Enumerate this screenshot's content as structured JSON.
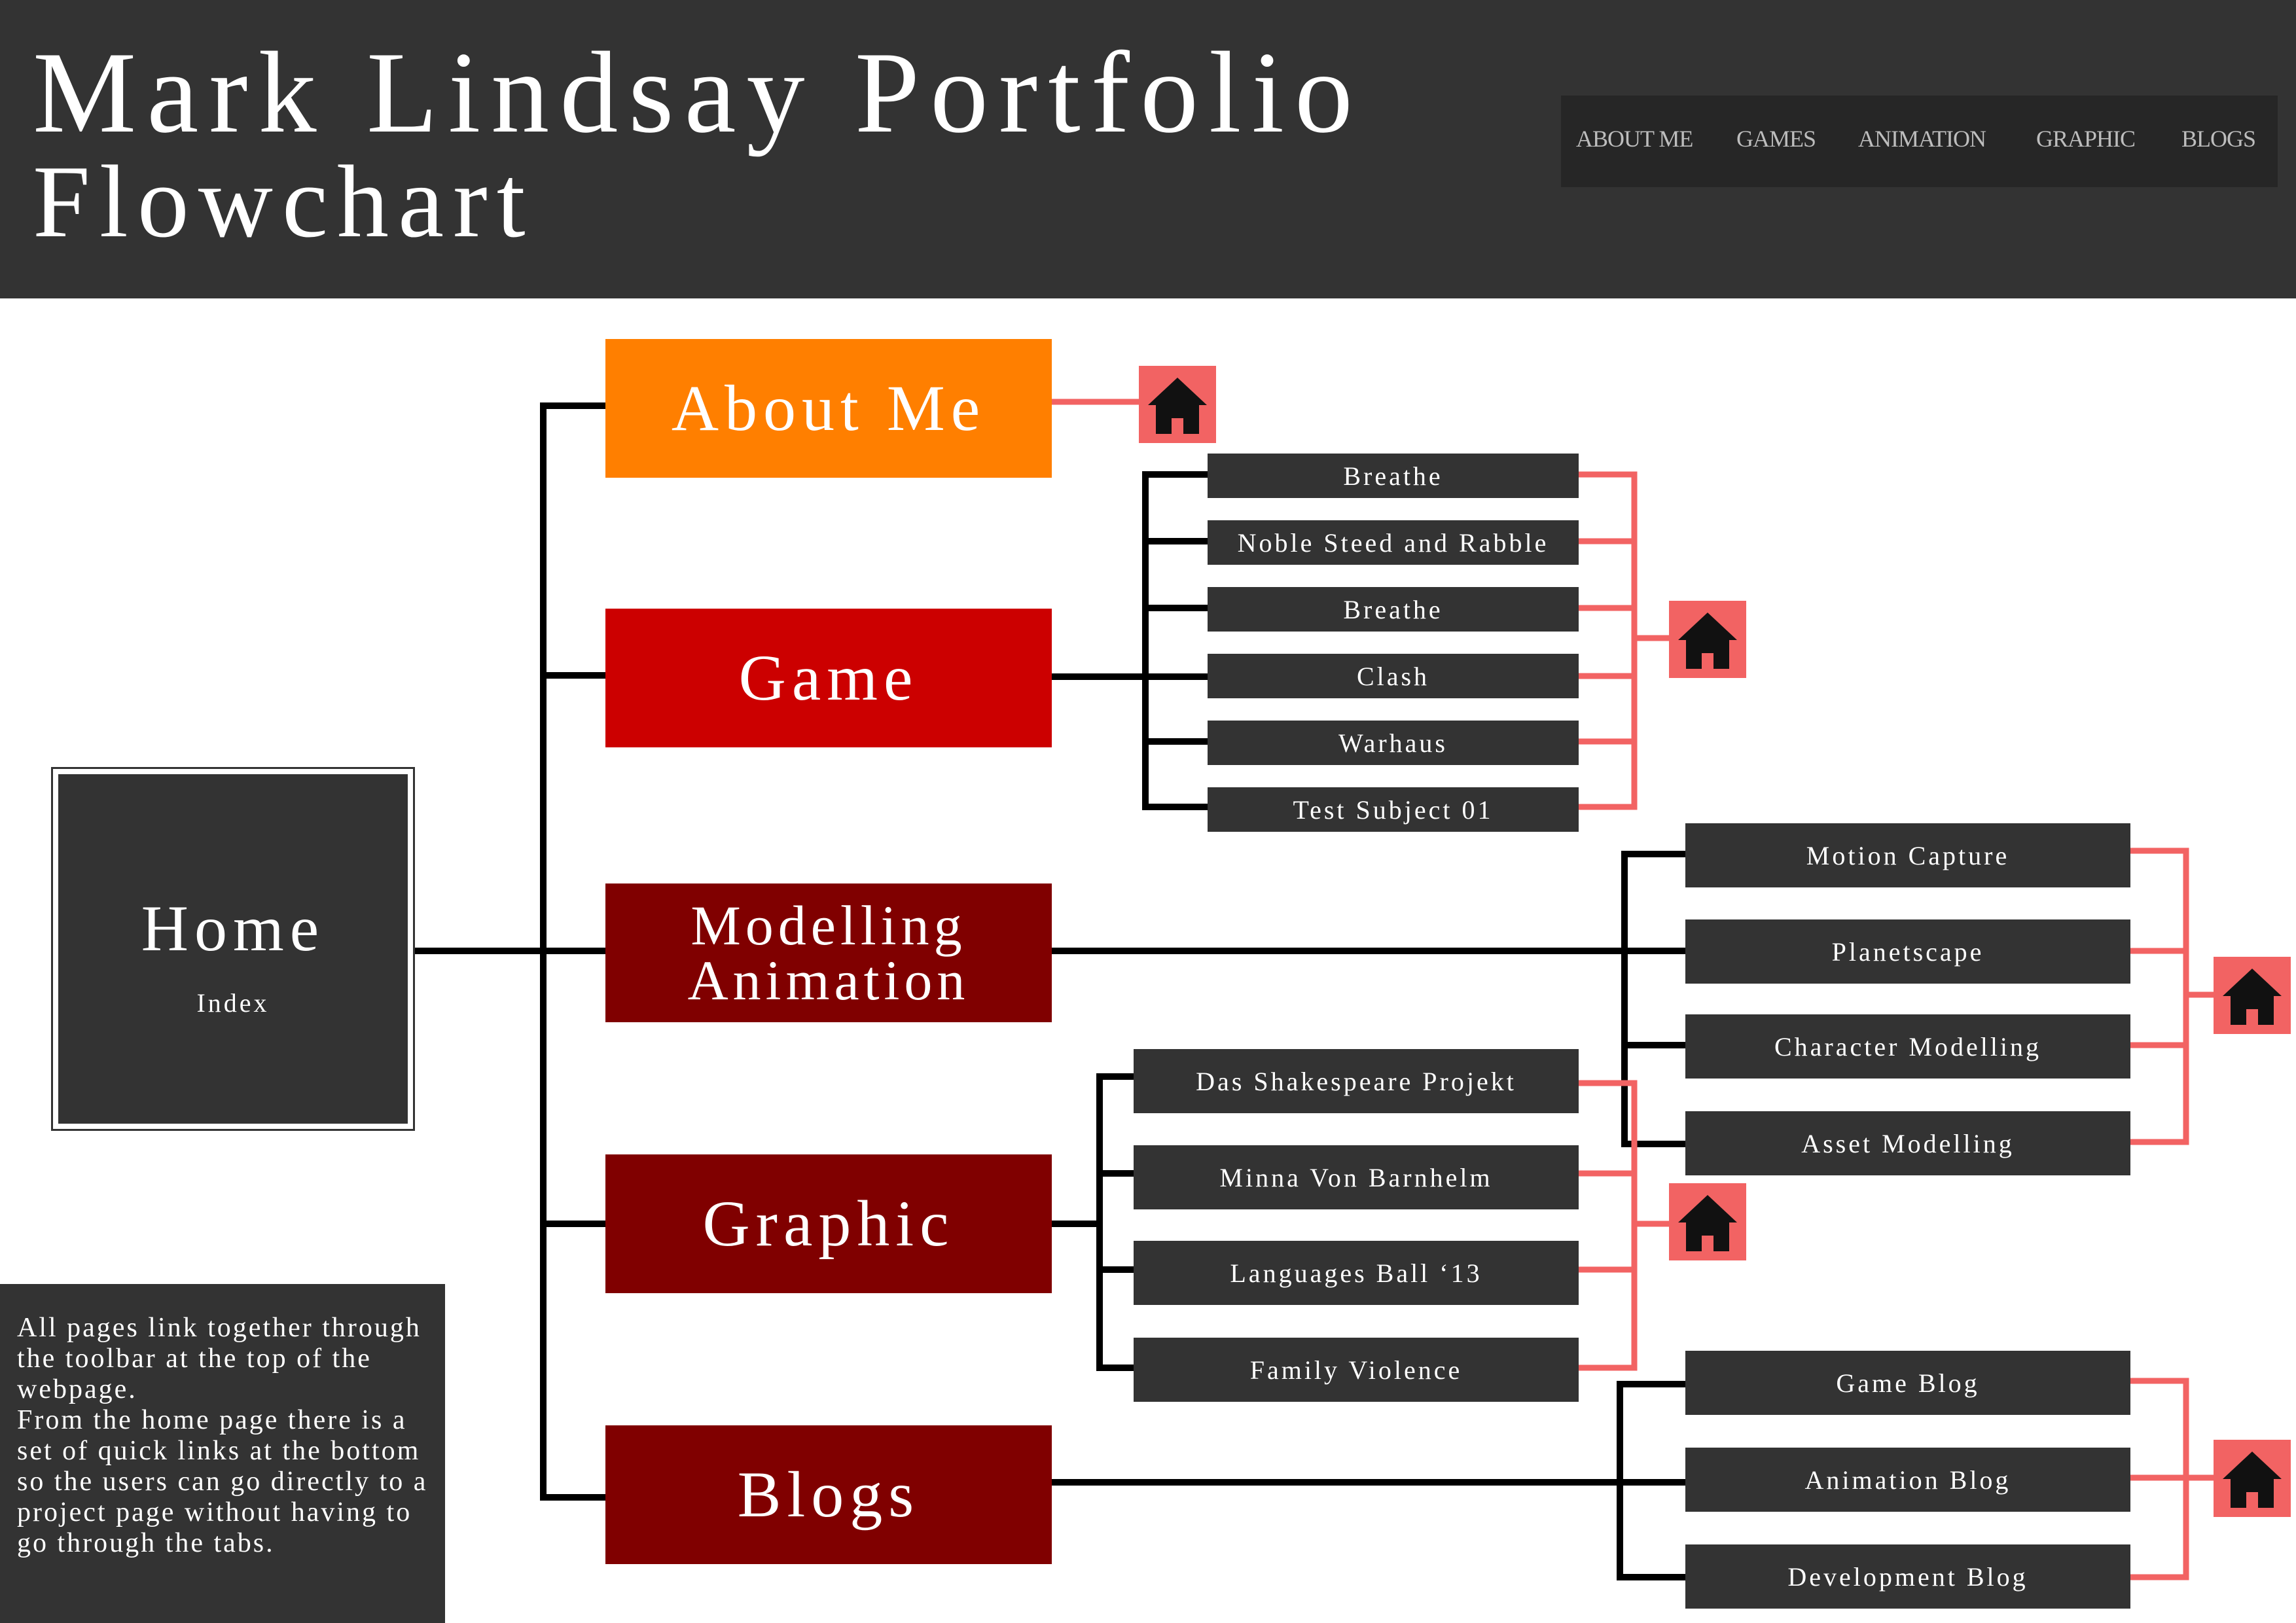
{
  "header": {
    "title_line1": "Mark Lindsay Portfolio",
    "title_line2": "Flowchart"
  },
  "nav": {
    "items": [
      "ABOUT ME",
      "GAMES",
      "ANIMATION",
      "GRAPHIC",
      "BLOGS"
    ]
  },
  "home": {
    "title": "Home",
    "subtitle": "Index"
  },
  "categories": {
    "about": "About Me",
    "game": "Game",
    "modelling_line1": "Modelling",
    "modelling_line2": "Animation",
    "graphic": "Graphic",
    "blogs": "Blogs"
  },
  "game_pages": [
    "Breathe",
    "Noble Steed and Rabble",
    "Breathe",
    "Clash",
    "Warhaus",
    "Test Subject 01"
  ],
  "modelling_pages": [
    "Motion Capture",
    "Planetscape",
    "Character Modelling",
    "Asset Modelling"
  ],
  "graphic_pages": [
    "Das Shakespeare Projekt",
    "Minna Von Barnhelm",
    "Languages Ball ‘13",
    "Family Violence"
  ],
  "blog_pages": [
    "Game Blog",
    "Animation Blog",
    "Development Blog"
  ],
  "note": {
    "text": "All pages link together through the toolbar at the top of the webpage.\nFrom the home page there is a set of quick links at the bottom so the users can go directly to a project page without having to go through the tabs."
  },
  "colors": {
    "header_bg": "#333333",
    "nav_bg": "#262626",
    "about_orange": "#ff7f00",
    "game_red": "#cc0000",
    "dark_red": "#800000",
    "page_box": "#333333",
    "connector_black": "#000000",
    "return_link": "#f26363"
  },
  "icons": {
    "home_link": "house-icon"
  }
}
